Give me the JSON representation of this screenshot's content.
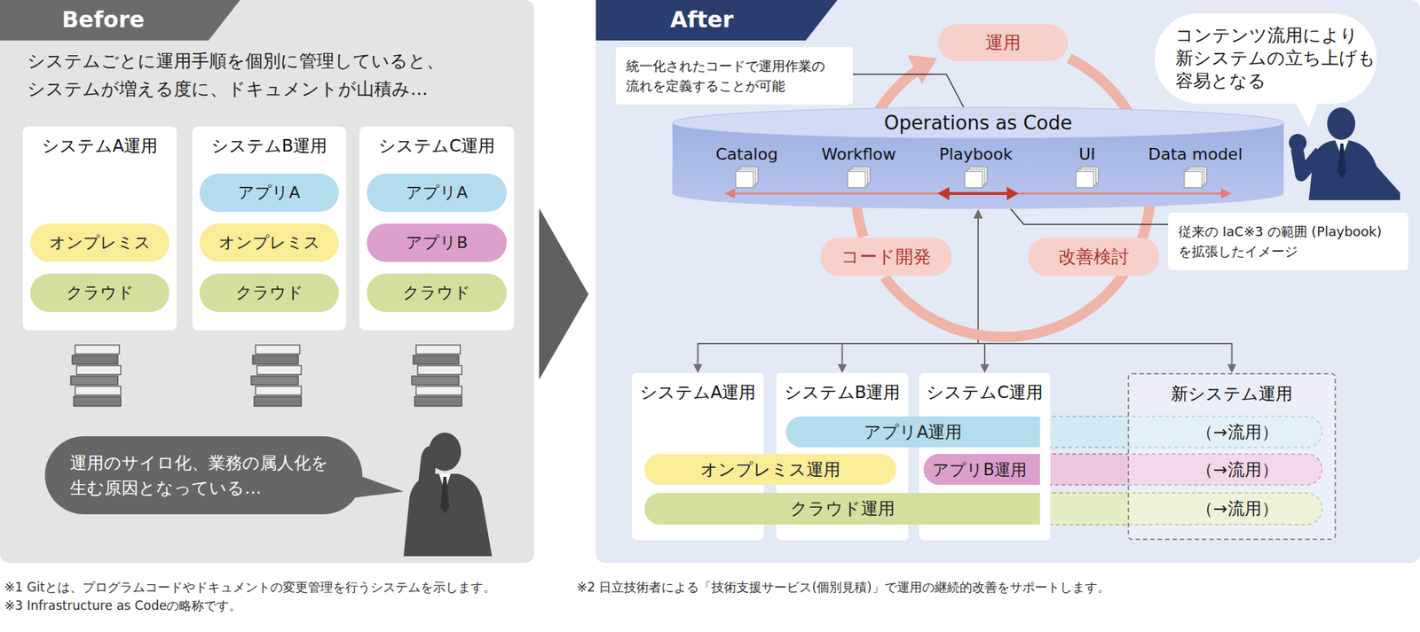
{
  "diagram": {
    "nodes": [
      {
        "text": [
          "Before",
          "システムごとに運用手順を個別に管理していると、 システムが増える度に、ドキュメントが山積み…"
        ]
      },
      {
        "text": [
          "システムA運用"
        ],
        "in": 0
      },
      {
        "text": [
          "オンプレミス"
        ],
        "in": 1
      },
      {
        "text": [
          "クラウド"
        ],
        "in": 1
      },
      {
        "text": [
          "システムB運用"
        ],
        "in": 0
      },
      {
        "text": [
          "アプリA"
        ],
        "in": 4
      },
      {
        "text": [
          "オンプレミス"
        ],
        "in": 4
      },
      {
        "text": [
          "クラウド"
        ],
        "in": 4
      },
      {
        "text": [
          "システムC運用"
        ],
        "in": 0
      },
      {
        "text": [
          "アプリA"
        ],
        "in": 8
      },
      {
        "text": [
          "アプリB"
        ],
        "in": 8
      },
      {
        "text": [
          "クラウド"
        ],
        "in": 8
      },
      {
        "text": [
          "運用のサイロ化、業務の属人化を 生む原因となっている…"
        ],
        "in": 0
      },
      {
        "text": [
          "After"
        ]
      },
      {
        "text": [
          "統一化されたコードで運用作業の 流れを定義することが可能"
        ],
        "in": 13
      },
      {
        "text": [
          "運用"
        ],
        "in": 13
      },
      {
        "text": [
          "Operations as Code"
        ],
        "in": 13
      },
      {
        "text": [
          "Catalog"
        ],
        "in": 16
      },
      {
        "text": [
          "Workflow"
        ],
        "in": 16
      },
      {
        "text": [
          "Playbook"
        ],
        "in": 16
      },
      {
        "text": [
          "UI"
        ],
        "in": 16
      },
      {
        "text": [
          "Data model"
        ],
        "in": 16
      },
      {
        "text": [
          "コード開発"
        ],
        "in": 13
      },
      {
        "text": [
          "改善検討"
        ],
        "in": 13
      },
      {
        "text": [
          "従来の IaC※3 の範囲 (Playbook) を拡張したイメージ"
        ],
        "in": 13
      },
      {
        "text": [
          "コンテンツ流用により 新システムの立ち上げも 容易となる"
        ],
        "in": 13
      },
      {
        "text": [
          "システムA運用"
        ],
        "in": 13
      },
      {
        "text": [
          "システムB運用"
        ],
        "in": 13
      },
      {
        "text": [
          "システムC運用"
        ],
        "in": 13
      },
      {
        "text": [
          "新システム運用"
        ],
        "in": 13
      },
      {
        "text": [
          "アプリA運用"
        ],
        "in": 13
      },
      {
        "text": [
          "（→流用）"
        ],
        "in": 29
      },
      {
        "text": [
          "オンプレミス運用"
        ],
        "in": 13
      },
      {
        "text": [
          "アプリB運用"
        ],
        "in": 13
      },
      {
        "text": [
          "（→流用）"
        ],
        "in": 29
      },
      {
        "text": [
          "クラウド運用"
        ],
        "in": 13
      },
      {
        "text": [
          "（→流用）"
        ],
        "in": 29
      }
    ],
    "edges": [
      {
        "from": 16,
        "to": 26,
        "arrow": "both"
      },
      {
        "from": 16,
        "to": 27,
        "arrow": "both"
      },
      {
        "from": 16,
        "to": 28,
        "arrow": "both"
      },
      {
        "from": 16,
        "to": 29,
        "arrow": "both"
      },
      {
        "from": 22,
        "to": 15,
        "arrow": "to"
      },
      {
        "from": 15,
        "to": 23,
        "arrow": "none"
      },
      {
        "from": 23,
        "to": 22,
        "arrow": "none"
      },
      {
        "from": 14,
        "to": 16,
        "arrow": "none"
      },
      {
        "from": 24,
        "to": 19,
        "arrow": "none"
      }
    ],
    "labels": [
      "※1 Gitとは、プログラムコードやドキュメントの変更管理を行うシステムを示します。",
      "※2 日立技術者による「技術支援サービス(個別見積)」で運用の継続的改善をサポートします。",
      "※3 Infrastructure as Codeの略称です。"
    ]
  }
}
